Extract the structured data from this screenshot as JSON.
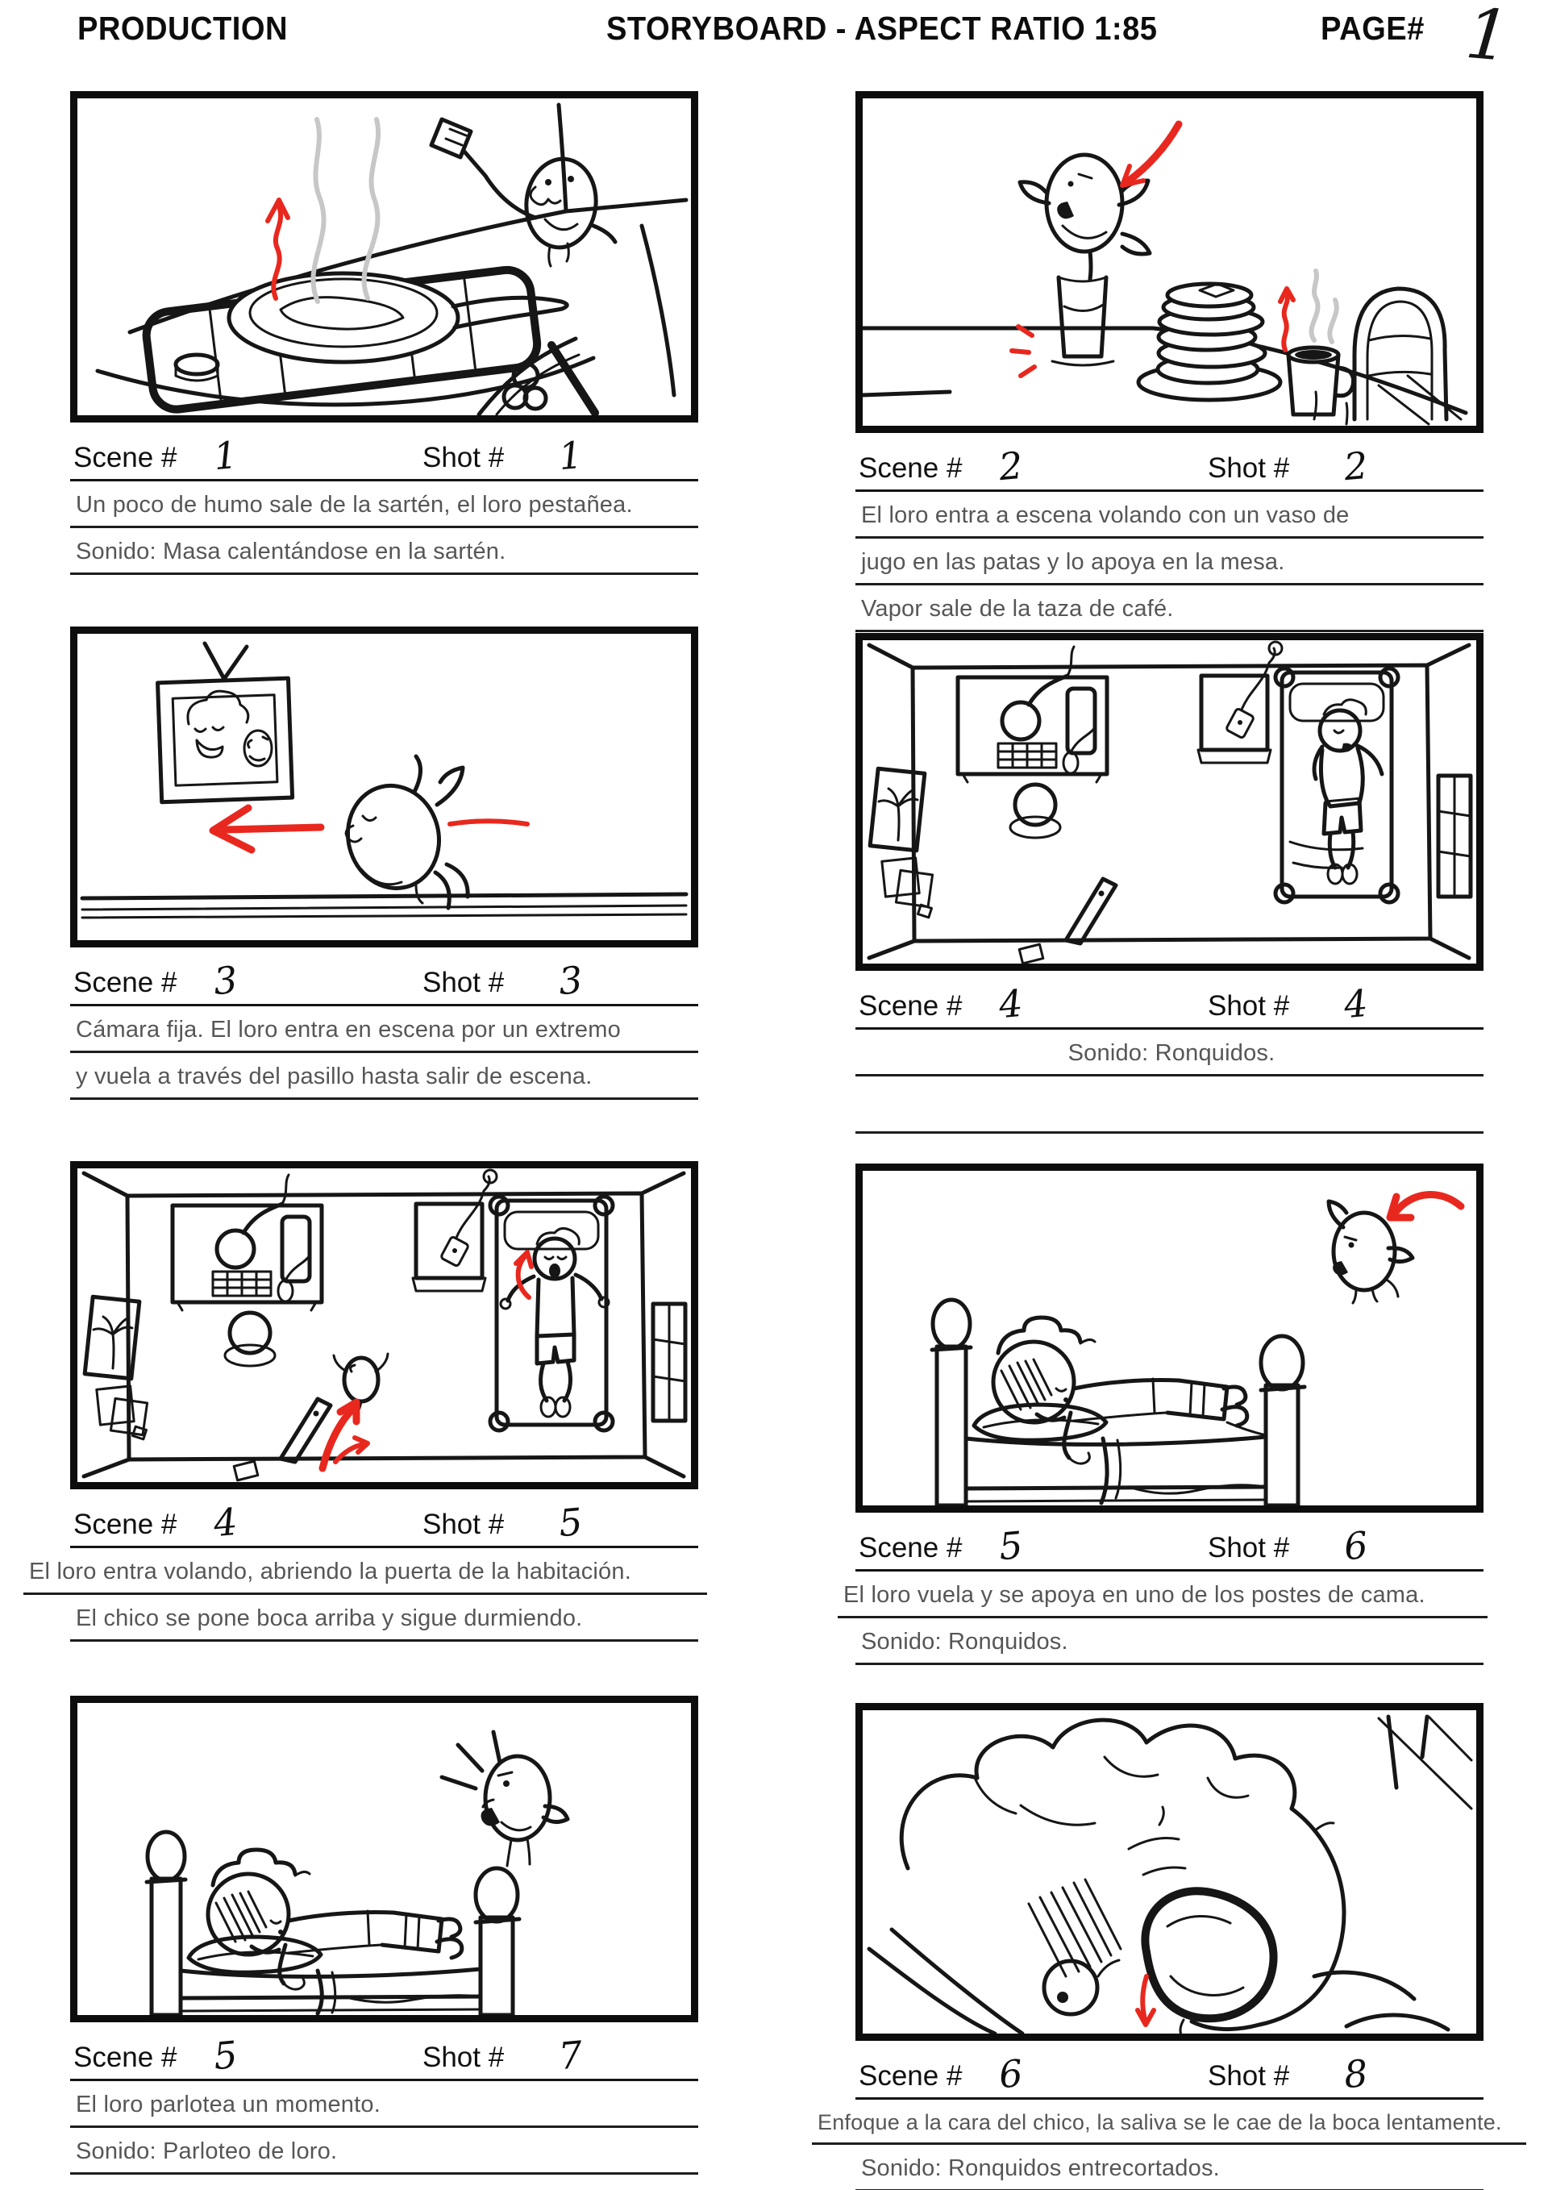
{
  "header": {
    "production_label": "PRODUCTION",
    "title": "STORYBOARD - ASPECT RATIO 1:85",
    "page_label": "PAGE#",
    "page_number": "1"
  },
  "labels": {
    "scene": "Scene #",
    "shot": "Shot #"
  },
  "panels": [
    {
      "scene": "1",
      "shot": "1",
      "sketch": "bird flipping pancake batter in smoking frying pan on stove",
      "lines": [
        "Un poco de humo sale de la sartén, el loro pestañea.",
        "Sonido: Masa calentándose en la sartén."
      ]
    },
    {
      "scene": "2",
      "shot": "2",
      "sketch": "bird setting juice glass on breakfast table with pancakes and steaming coffee",
      "lines": [
        "El loro entra a escena volando con un vaso de",
        "jugo en las patas y lo apoya en la mesa.",
        "Vapor sale de la taza de café."
      ]
    },
    {
      "scene": "3",
      "shot": "3",
      "sketch": "bird flying left through hallway past framed photo",
      "lines": [
        "Cámara fija. El loro entra en escena por un extremo",
        "y vuela a través del pasillo hasta salir de escena."
      ]
    },
    {
      "scene": "4",
      "shot": "4",
      "sketch": "overhead bedroom with desk, nightstand and boy sleeping in bed",
      "lines": [
        "Sonido: Ronquidos.",
        ""
      ]
    },
    {
      "scene": "4",
      "shot": "5",
      "sketch": "overhead bedroom, bird entering through door, boy rolls onto back",
      "lines": [
        "El loro entra volando, abriendo la puerta de la habitación.",
        "El chico se pone boca arriba y sigue durmiendo."
      ]
    },
    {
      "scene": "5",
      "shot": "6",
      "sketch": "side view of bed, bird landing on bedpost",
      "lines": [
        "El loro vuela y se apoya en uno de los postes de cama.",
        "Sonido: Ronquidos."
      ]
    },
    {
      "scene": "5",
      "shot": "7",
      "sketch": "side view of bed, bird chattering on bedpost",
      "lines": [
        "El loro parlotea un momento.",
        "Sonido: Parloteo de loro."
      ]
    },
    {
      "scene": "6",
      "shot": "8",
      "sketch": "close-up of sleeping boy's face, drool falling",
      "lines": [
        "Enfoque a la cara del chico, la saliva se le cae de la boca lentamente.",
        "Sonido: Ronquidos entrecortados."
      ]
    }
  ],
  "colors": {
    "ink": "#161616",
    "annotation_red": "#e8281e",
    "caption_gray": "#565656",
    "smoke_gray": "#c7c7c7"
  }
}
